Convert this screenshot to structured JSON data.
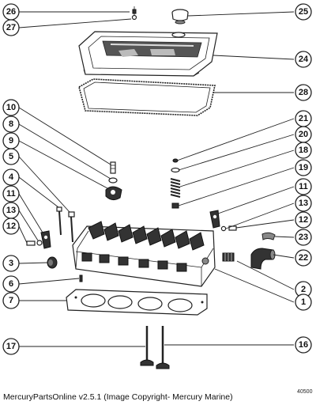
{
  "callouts": {
    "c26": "26",
    "c27": "27",
    "c25": "25",
    "c24": "24",
    "c28": "28",
    "c10": "10",
    "c8": "8",
    "c9": "9",
    "c5": "5",
    "c4": "4",
    "c11a": "11",
    "c13a": "13",
    "c12a": "12",
    "c3": "3",
    "c6": "6",
    "c7": "7",
    "c21": "21",
    "c20": "20",
    "c18": "18",
    "c19": "19",
    "c11b": "11",
    "c13b": "13",
    "c12b": "12",
    "c23": "23",
    "c22": "22",
    "c2": "2",
    "c1": "1",
    "c17": "17",
    "c16": "16"
  },
  "caption": "MercuryPartsOnline v2.5.1 (Image Copyright- Mercury Marine)",
  "figure_number": "40500"
}
